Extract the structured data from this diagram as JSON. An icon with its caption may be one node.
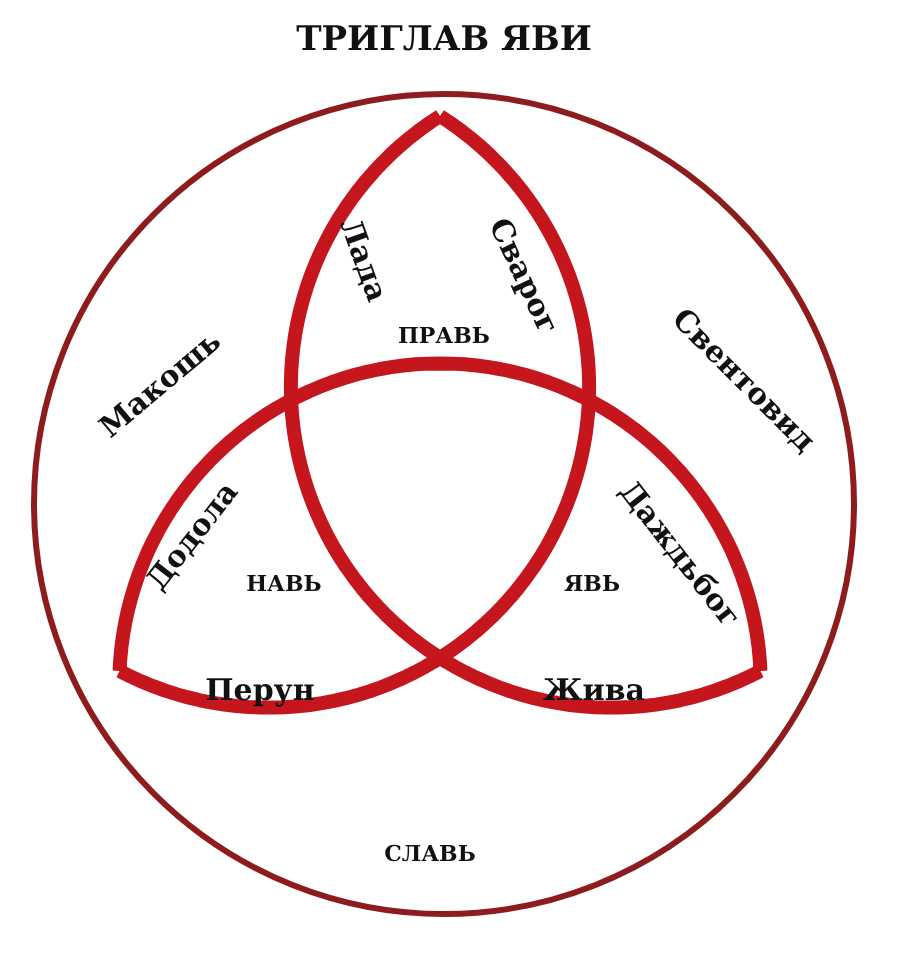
{
  "diagram": {
    "title": "ТРИГЛАВ ЯВИ",
    "labels": [
      "Лада",
      "Сварог",
      "ПРАВЬ",
      "Макошь",
      "Свентовид",
      "Додола",
      "НАВЬ",
      "ЯВЬ",
      "Даждьбог",
      "Перун",
      "Жива",
      "СЛАВЬ"
    ]
  }
}
